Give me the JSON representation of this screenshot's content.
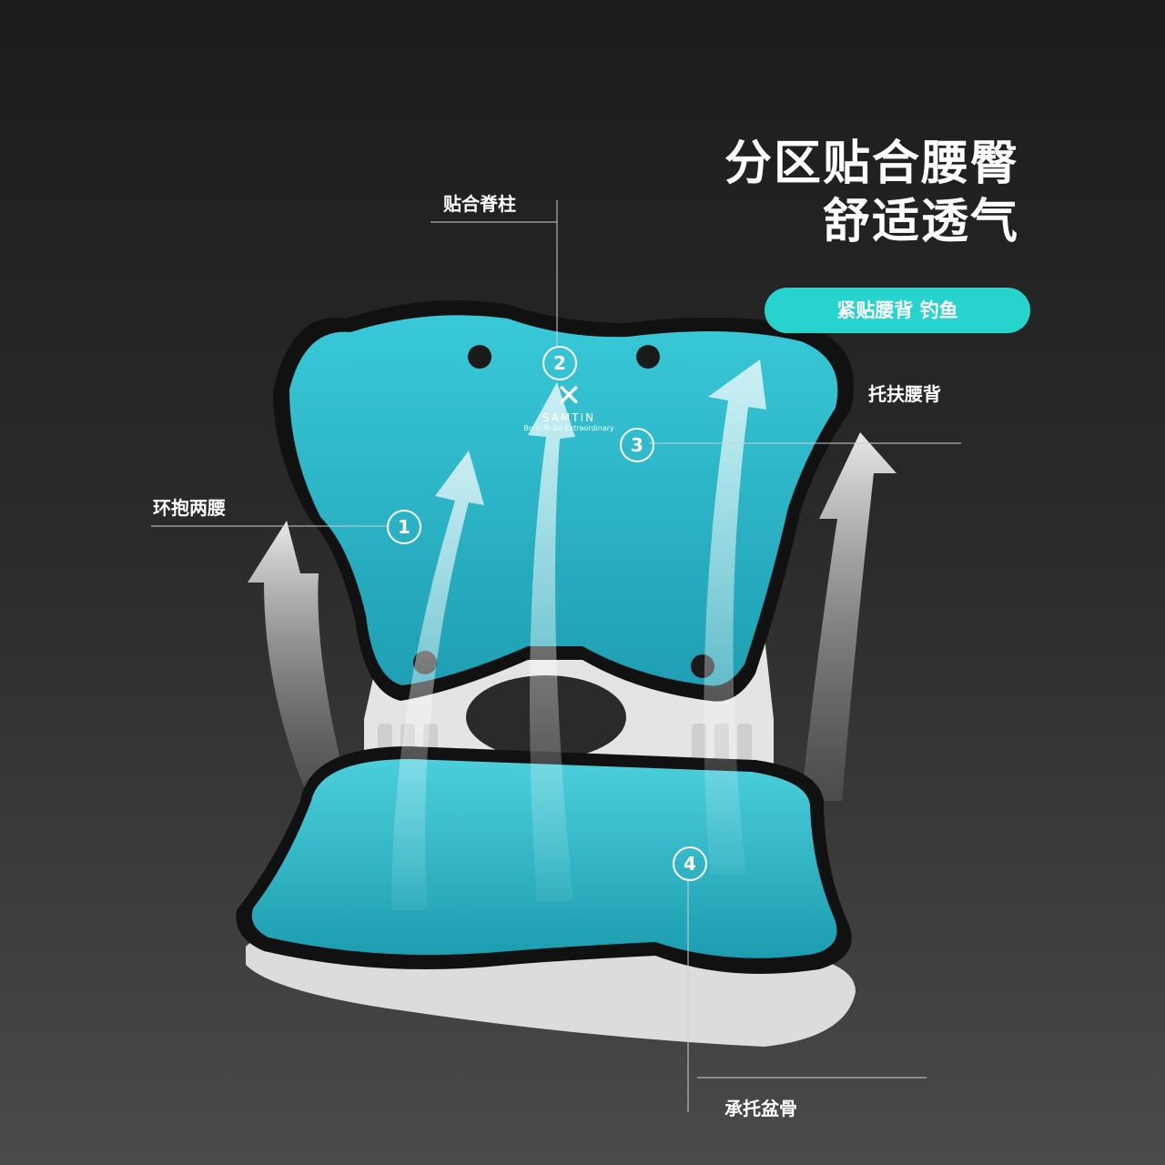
{
  "headline": {
    "line1": "分区贴合腰臀",
    "line2": "舒适透气"
  },
  "pill": {
    "text": "紧贴腰背 钓鱼",
    "color": "#27d3cd"
  },
  "labels": {
    "spine": "贴合脊柱",
    "waist": "环抱两腰",
    "back": "托扶腰背",
    "pelvis": "承托盆骨"
  },
  "markers": [
    "1",
    "2",
    "3",
    "4"
  ],
  "brand": {
    "name": "SAMTIN",
    "slogan": "Born To Be Extraordinary"
  },
  "colors": {
    "cushion": "#2fbfd0",
    "cushion_dark": "#1e9fb2",
    "frame": "#e2e2e2",
    "edge": "#111111"
  }
}
